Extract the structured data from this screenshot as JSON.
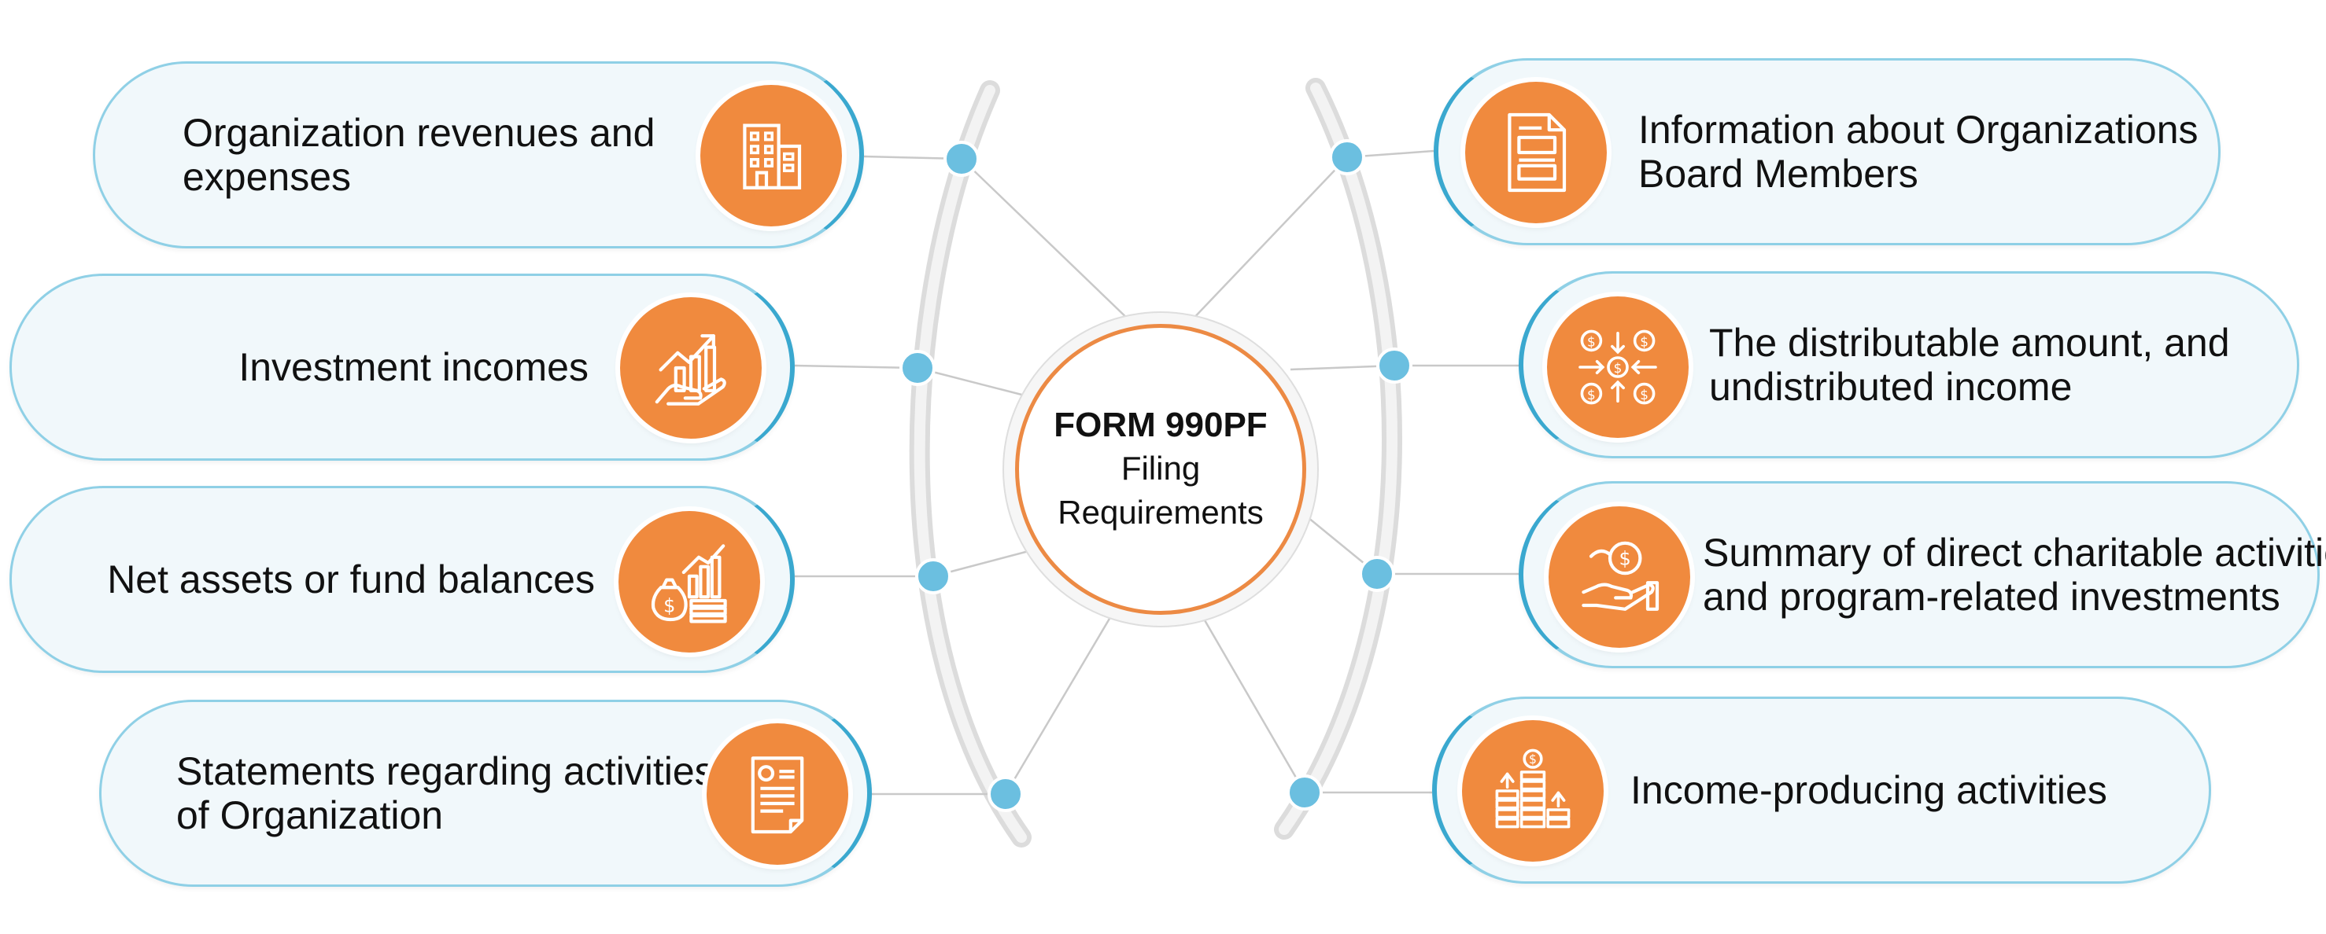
{
  "center": {
    "title": "FORM 990PF",
    "subtitle_line1": "Filing",
    "subtitle_line2": "Requirements"
  },
  "left_items": [
    {
      "line1": "Organization revenues and",
      "line2": "expenses",
      "icon": "office-building-icon"
    },
    {
      "line1": "Investment incomes",
      "line2": "",
      "icon": "hand-growth-chart-icon"
    },
    {
      "line1": "Net assets or fund balances",
      "line2": "",
      "icon": "money-bag-coins-chart-icon"
    },
    {
      "line1": "Statements regarding activities",
      "line2": "of Organization",
      "icon": "document-statement-icon"
    }
  ],
  "right_items": [
    {
      "line1": "Information about Organizations",
      "line2": "Board Members",
      "icon": "document-list-icon"
    },
    {
      "line1": "The distributable amount, and",
      "line2": "undistributed income",
      "icon": "money-distribution-icon"
    },
    {
      "line1": "Summary of direct charitable activities",
      "line2": "and program-related investments",
      "icon": "charity-hand-icon"
    },
    {
      "line1": "Income-producing activities",
      "line2": "",
      "icon": "coin-stacks-growth-icon"
    }
  ],
  "colors": {
    "accent_orange": "#f08a3e",
    "node_blue": "#6bbfe0",
    "pill_border": "#3aa8cf",
    "pill_fill": "#f1f8fb"
  }
}
